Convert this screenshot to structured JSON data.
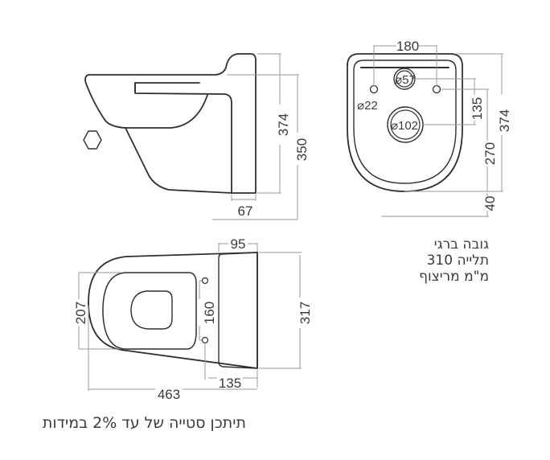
{
  "side_view": {
    "dim_total_height": "374",
    "dim_body_height": "350",
    "dim_wall_depth": "67"
  },
  "back_view": {
    "dim_hole_spacing": "180",
    "dim_flush_inlet": "⌀57",
    "dim_bolt_holes": "⌀22",
    "dim_outlet": "⌀102",
    "dim_inlet_to_outlet": "135",
    "dim_outlet_height": "270",
    "dim_bottom_offset": "40",
    "dim_total_height": "374"
  },
  "top_view": {
    "dim_tank_depth": "95",
    "dim_seat_width": "207",
    "dim_fixing_spacing": "160",
    "dim_total_width": "317",
    "dim_fixing_offset": "135",
    "dim_total_length": "463"
  },
  "notes": {
    "mounting_line1": "גובה ברגי",
    "mounting_line2": "תלייה 310",
    "mounting_line3": "מ\"מ מריצוף",
    "tolerance": "תיתכן סטייה של עד 2% במידות"
  },
  "icons": {
    "hex_nut": "hexagon-nut-icon"
  },
  "colors": {
    "outline": "#2f2f2f",
    "dimension_line": "#9a9a9a",
    "text": "#3a3a3a",
    "background": "#ffffff"
  }
}
